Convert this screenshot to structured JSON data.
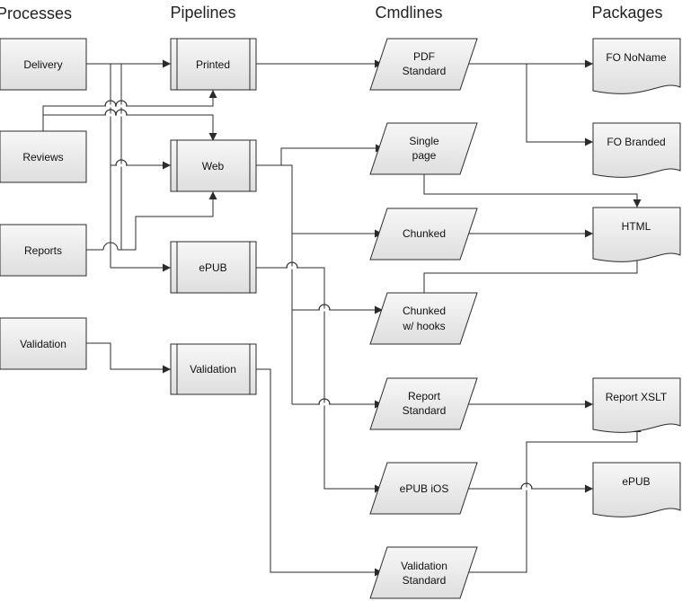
{
  "columns": {
    "processes": "Processes",
    "pipelines": "Pipelines",
    "cmdlines": "Cmdlines",
    "packages": "Packages"
  },
  "processes": [
    "Delivery",
    "Reviews",
    "Reports",
    "Validation"
  ],
  "pipelines": [
    "Printed",
    "Web",
    "ePUB",
    "Validation"
  ],
  "cmdlines": [
    [
      "PDF",
      "Standard"
    ],
    [
      "Single",
      "page"
    ],
    [
      "Chunked"
    ],
    [
      "Chunked",
      "w/ hooks"
    ],
    [
      "Report",
      "Standard"
    ],
    [
      "ePUB iOS"
    ],
    [
      "Validation",
      "Standard"
    ]
  ],
  "packages": [
    "FO NoName",
    "FO Branded",
    "HTML",
    "Report XSLT",
    "ePUB"
  ]
}
